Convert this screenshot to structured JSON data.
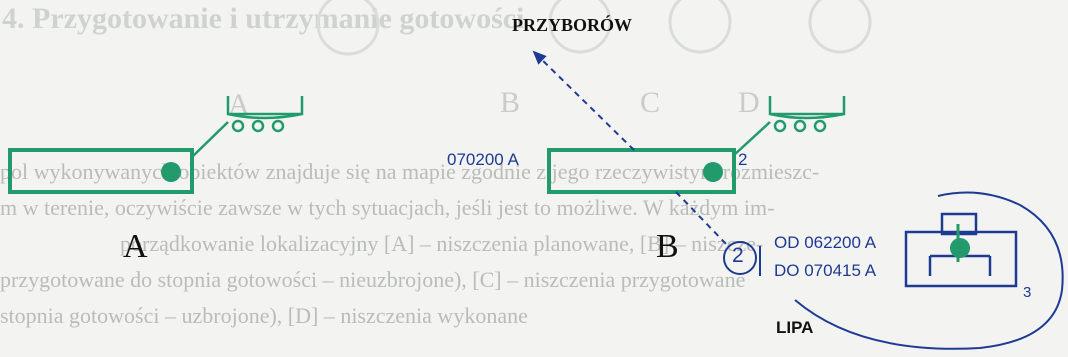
{
  "background_page": {
    "heading": "4. Przygotowanie i utrzymanie gotowości",
    "column_letters": [
      "A",
      "B",
      "C",
      "D"
    ],
    "body_lines": [
      "pol wykonywanych obiektów znajduje się na mapie zgodnie z jego rzeczywistym rozmieszc-",
      "m w terenie, oczywiście zawsze w tych sytuacjach, jeśli jest to możliwe. W każdym im-",
      "porządkowanie lokalizacyjny [A] – niszczenia planowane, [B] – niszcze-",
      "przygotowane do stopnia gotowości – nieuzbrojone), [C] – niszczenia przygotowane",
      "stopnia gotowości – uzbrojone), [D] – niszczenia wykonane"
    ]
  },
  "diagram": {
    "label_a": "A",
    "label_b": "B",
    "arrow_target": "PRZYBORÓW",
    "code_b": "070200 A",
    "number_b": "2",
    "circle_number": "2",
    "date_from": "OD 062200 A",
    "date_to": "DO 070415 A",
    "location": "LIPA",
    "number_3": "3",
    "colors": {
      "green": "#239a6c",
      "blue": "#1f3a93",
      "black": "#111111"
    }
  }
}
